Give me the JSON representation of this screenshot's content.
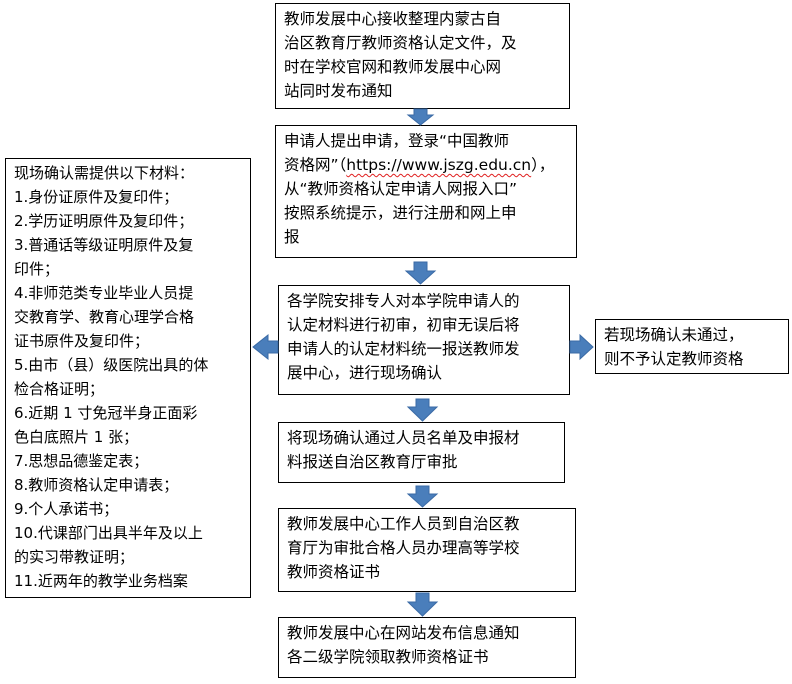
{
  "colors": {
    "arrow": "#4a7ebb",
    "arrow_stroke": "#3a6aa5",
    "box_border": "#000000",
    "underline": "#e02020"
  },
  "steps": [
    {
      "id": "step-1",
      "lines": [
        "教师发展中心接收整理内蒙古自",
        "治区教育厅教师资格认定文件，及",
        "时在学校官网和教师发展中心网",
        "站同时发布通知"
      ]
    },
    {
      "id": "step-2",
      "lines": [
        "申请人提出申请，登录“中国教师",
        "资格网”（https://www.jszg.edu.cn），",
        "从“教师资格认定申请人网报入口”",
        "按照系统提示，进行注册和网上申",
        "报"
      ],
      "url": "https://www.jszg.edu.cn"
    },
    {
      "id": "step-3",
      "lines": [
        "各学院安排专人对本学院申请人的",
        "认定材料进行初审，初审无误后将",
        "申请人的认定材料统一报送教师发",
        "展中心，进行现场确认"
      ]
    },
    {
      "id": "step-4",
      "lines": [
        "将现场确认通过人员名单及申报材",
        "料报送自治区教育厅审批"
      ]
    },
    {
      "id": "step-5",
      "lines": [
        "教师发展中心工作人员到自治区教",
        "育厅为审批合格人员办理高等学校",
        "教师资格证书"
      ]
    },
    {
      "id": "step-6",
      "lines": [
        "教师发展中心在网站发布信息通知",
        "各二级学院领取教师资格证书"
      ]
    }
  ],
  "side_note": {
    "lines": [
      "若现场确认未通过，",
      "则不予认定教师资格"
    ]
  },
  "materials": {
    "lines": [
      "现场确认需提供以下材料：",
      "1.身份证原件及复印件；",
      "2.学历证明原件及复印件；",
      "3.普通话等级证明原件及复",
      "印件；",
      "4.非师范类专业毕业人员提",
      "交教育学、教育心理学合格",
      "证书原件及复印件；",
      "5.由市（县）级医院出具的体",
      "检合格证明；",
      "6.近期 1 寸免冠半身正面彩",
      "色白底照片  1  张；",
      "7.思想品德鉴定表；",
      "8.教师资格认定申请表；",
      "9.个人承诺书；",
      "10.代课部门出具半年及以上",
      "的实习带教证明；",
      "11.近两年的教学业务档案"
    ]
  }
}
